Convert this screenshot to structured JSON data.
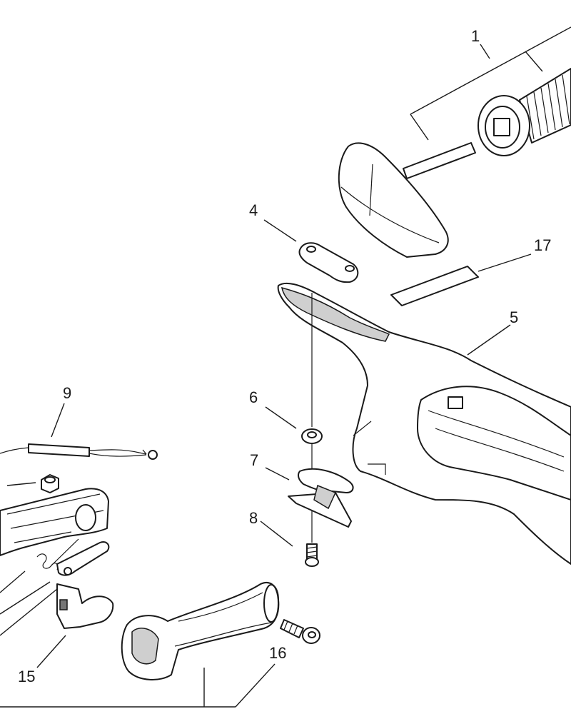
{
  "callouts": {
    "c1": "1",
    "c4": "4",
    "c5": "5",
    "c6": "6",
    "c7": "7",
    "c8": "8",
    "c9": "9",
    "c15": "15",
    "c16": "16",
    "c17": "17"
  }
}
